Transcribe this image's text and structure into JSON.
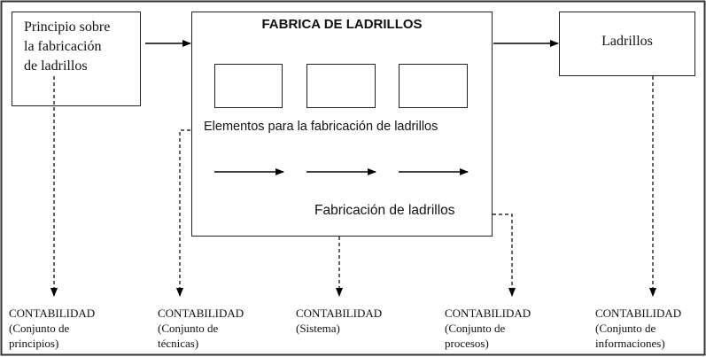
{
  "principle_box": {
    "lines": [
      "Principio sobre",
      "la fabricación",
      "de ladrillos"
    ]
  },
  "factory": {
    "title": "FABRICA DE LADRILLOS",
    "elements_label": "Elementos para la fabricación de ladrillos",
    "process_label": "Fabricación de ladrillos"
  },
  "output_box": {
    "label": "Ladrillos"
  },
  "contabilidad": [
    {
      "title": "CONTABILIDAD",
      "lines": [
        "(Conjunto de",
        "principios)"
      ]
    },
    {
      "title": "CONTABILIDAD",
      "lines": [
        "(Conjunto de",
        "técnicas)"
      ]
    },
    {
      "title": "CONTABILIDAD",
      "lines": [
        "(Sistema)"
      ]
    },
    {
      "title": "CONTABILIDAD",
      "lines": [
        "(Conjunto de",
        "procesos)"
      ]
    },
    {
      "title": "CONTABILIDAD",
      "lines": [
        "(Conjunto de",
        "informaciones)"
      ]
    }
  ]
}
